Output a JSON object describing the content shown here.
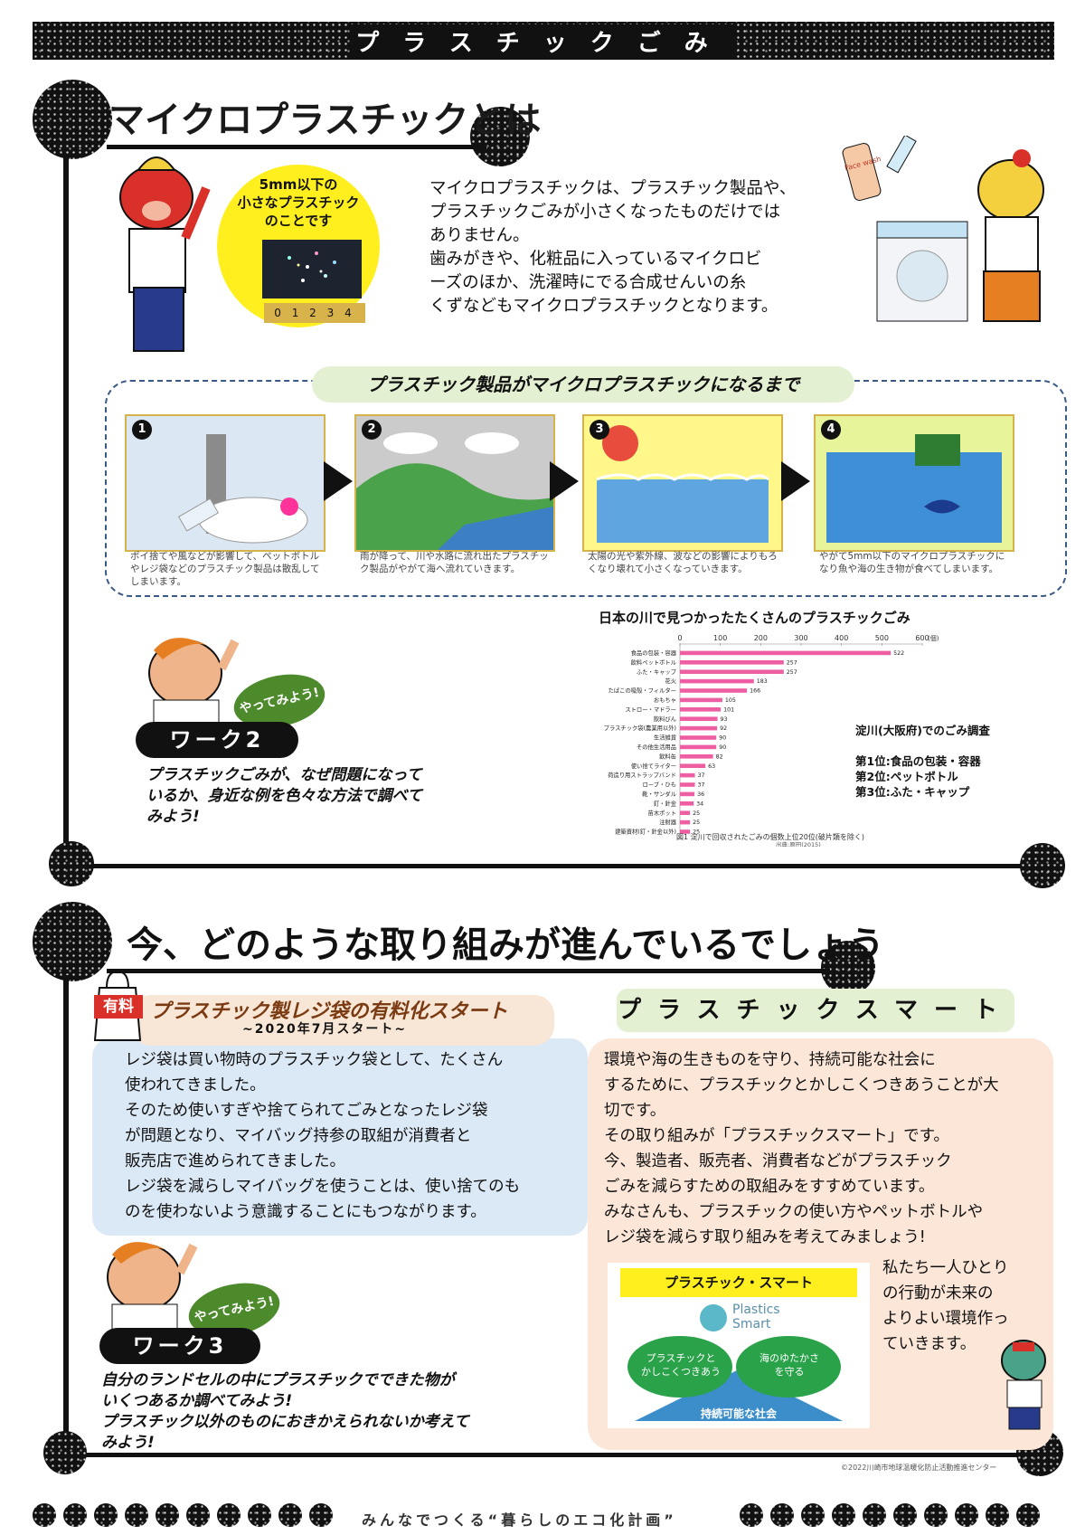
{
  "banner": {
    "title": "プラスチックごみ"
  },
  "section1": {
    "title": "マイクロプラスチックとは",
    "circle_text": [
      "5mm以下の",
      "小さなプラスチック",
      "のことです"
    ],
    "ruler": "0 1 2 3 4",
    "intro": [
      "マイクロプラスチックは、プラスチック製品や、",
      "プラスチックごみが小さくなったものだけでは",
      "ありません。",
      "歯みがきや、化粧品に入っているマイクロビ",
      "ーズのほか、洗濯時にでる合成せんいの糸",
      "くずなどもマイクロプラスチックとなります。"
    ],
    "face_wash_label": "Face wash",
    "flow_title": "プラスチック製品がマイクロプラスチックになるまで",
    "steps": [
      {
        "num": "1",
        "caption": "ポイ捨てや風などが影響して、ペットボトルやレジ袋などのプラスチック製品は散乱してしまいます。"
      },
      {
        "num": "2",
        "caption": "雨が降って、川や水路に流れ出たプラスチック製品がやがて海へ流れていきます。"
      },
      {
        "num": "3",
        "caption": "太陽の光や紫外線、波などの影響によりもろくなり壊れて小さくなっていきます。"
      },
      {
        "num": "4",
        "caption": "やがて5mm以下のマイクロプラスチックになり魚や海の生き物が食べてしまいます。"
      }
    ],
    "work2": {
      "label": "ワーク2",
      "tryit": "やってみよう!",
      "text": [
        "プラスチックごみが、なぜ問題になって",
        "いるか、身近な例を色々な方法で調べて",
        "みよう!"
      ]
    }
  },
  "chart_data": {
    "type": "bar",
    "orientation": "horizontal",
    "title": "日本の川で見つかったたくさんのプラスチックごみ",
    "unit": "(個)",
    "xlim": [
      0,
      600
    ],
    "xticks": [
      0,
      100,
      200,
      300,
      400,
      500,
      600
    ],
    "categories": [
      "食品の包装・容器",
      "飲料ペットボトル",
      "ふた・キャップ",
      "花火",
      "たばこの吸殻・フィルター",
      "おもちゃ",
      "ストロー・マドラー",
      "飲料びん",
      "プラスチック袋(農業用以外)",
      "生活雑貨",
      "その他生活用品",
      "飲料缶",
      "使い捨てライター",
      "荷造り用ストラップバンド",
      "ロープ・ひも",
      "靴・サンダル",
      "釘・針金",
      "苗木ポット",
      "注射器",
      "建築資材(釘・針金以外)"
    ],
    "values": [
      522,
      257,
      257,
      183,
      166,
      105,
      101,
      93,
      92,
      90,
      90,
      82,
      63,
      37,
      37,
      36,
      34,
      25,
      25,
      25
    ],
    "color": "#ee5ea3",
    "caption": "図1 淀川で回収されたごみの個数上位20位(破片類を除く)",
    "source": "出典:原田(2015)",
    "annotation": [
      "淀川(大阪府)でのごみ調査",
      "第1位:食品の包装・容器",
      "第2位:ペットボトル",
      "第3位:ふた・キャップ"
    ]
  },
  "section2": {
    "title": "今、どのような取り組みが進んでいるでしょう",
    "bag_badge": "有料",
    "bag_title": "プラスチック製レジ袋の有料化スタート",
    "bag_subtitle": "~2020年7月スタート~",
    "bag_text": [
      "レジ袋は買い物時のプラスチック袋として、たくさん",
      "使われてきました。",
      "そのため使いすぎや捨てられてごみとなったレジ袋",
      "が問題となり、マイバッグ持参の取組が消費者と",
      "販売店で進められてきました。",
      "レジ袋を減らしマイバッグを使うことは、使い捨てのも",
      "のを使わないよう意識することにもつながります。"
    ],
    "ps_title": "プラスチックスマート",
    "ps_text": [
      "環境や海の生きものを守り、持続可能な社会に",
      "するために、プラスチックとかしこくつきあうことが大",
      "切です。",
      "その取り組みが「プラスチックスマート」です。",
      "今、製造者、販売者、消費者などがプラスチック",
      "ごみを減らすための取組みをすすめています。",
      "みなさんも、プラスチックの使い方やペットボトルや",
      "レジ袋を減らす取り組みを考えてみましょう!"
    ],
    "ps_side": [
      "私たち一人ひとり",
      "の行動が未来の",
      "よりよい環境作っ",
      "ていきます。"
    ],
    "ps_panel": {
      "header": "プラスチック・スマート",
      "logo_line1": "Plastics",
      "logo_line2": "Smart",
      "left_circle": [
        "プラスチックと",
        "かしこくつきあう"
      ],
      "right_circle": [
        "海のゆたかさ",
        "を守る"
      ],
      "base": "持続可能な社会"
    },
    "work3": {
      "label": "ワーク3",
      "tryit": "やってみよう!",
      "text": [
        "自分のランドセルの中にプラスチックでできた物が",
        "いくつあるか調べてみよう!",
        "プラスチック以外のものにおきかえられないか考えて",
        "みよう!"
      ]
    }
  },
  "footer": {
    "copyright": "©2022川崎市地球温暖化防止活動推進センター",
    "tagline": "みんなでつくる“暮らしのエコ化計画”"
  }
}
